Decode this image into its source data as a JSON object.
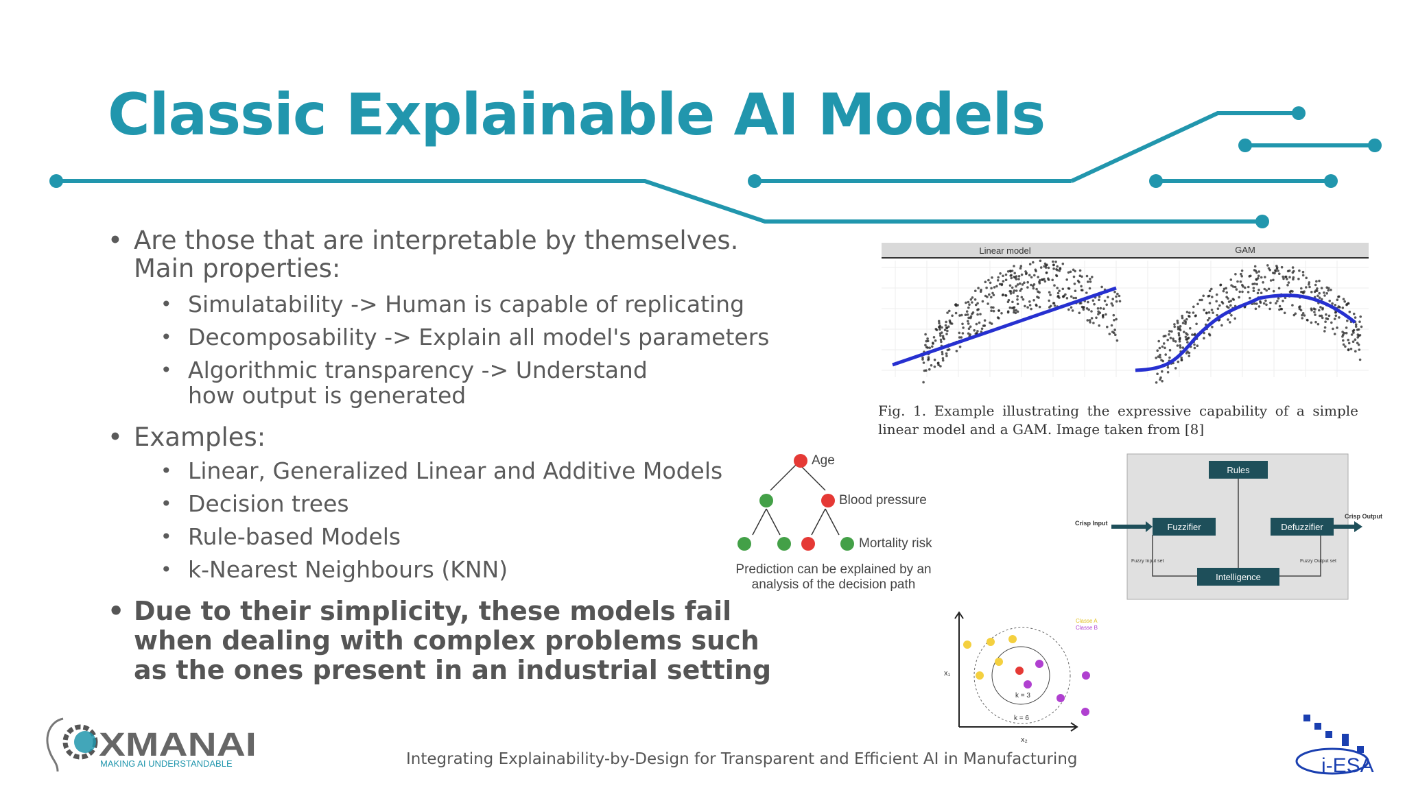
{
  "slide": {
    "title": "Classic Explainable AI Models",
    "accent_color": "#2196ad",
    "bullets": {
      "b1": "Are those that are interpretable by themselves. Main properties:",
      "sub1": [
        "Simulatability -> Human is capable of replicating",
        "Decomposability -> Explain all model's parameters",
        "Algorithmic transparency -> Understand how output is generated"
      ],
      "b2": "Examples:",
      "sub2": [
        "Linear, Generalized Linear and Additive Models",
        "Decision trees",
        "Rule-based Models",
        "k-Nearest Neighbours (KNN)"
      ],
      "b3": "Due to their simplicity, these models fail when dealing with complex problems such as the ones present in an industrial setting"
    },
    "footer": "Integrating Explainability-by-Design for Transparent and Efficient AI in Manufacturing"
  },
  "figures": {
    "gam": {
      "panel_left": "Linear model",
      "panel_right": "GAM",
      "caption": "Fig. 1.  Example illustrating the expressive capability of a simple linear model and a GAM. Image taken from [8]"
    },
    "tree": {
      "node_age": "Age",
      "node_bp": "Blood pressure",
      "node_mr": "Mortality risk",
      "caption": "Prediction can be explained by an analysis of the decision path"
    },
    "fuzzy": {
      "rules": "Rules",
      "fuzzifier": "Fuzzifier",
      "defuzzifier": "Defuzzifier",
      "intelligence": "Intelligence",
      "crisp_input": "Crisp Input",
      "crisp_output": "Crisp Output",
      "fuzzy_input": "Fuzzy Input set",
      "fuzzy_output": "Fuzzy Output set"
    },
    "knn": {
      "class_a": "Classe A",
      "class_b": "Classe B",
      "k3": "k = 3",
      "k6": "k = 6",
      "x1": "x₁",
      "x2": "x₂"
    }
  },
  "logos": {
    "xmanai": "XMANAI",
    "xmanai_tagline": "MAKING AI UNDERSTANDABLE",
    "iesa": "i-ESA"
  }
}
